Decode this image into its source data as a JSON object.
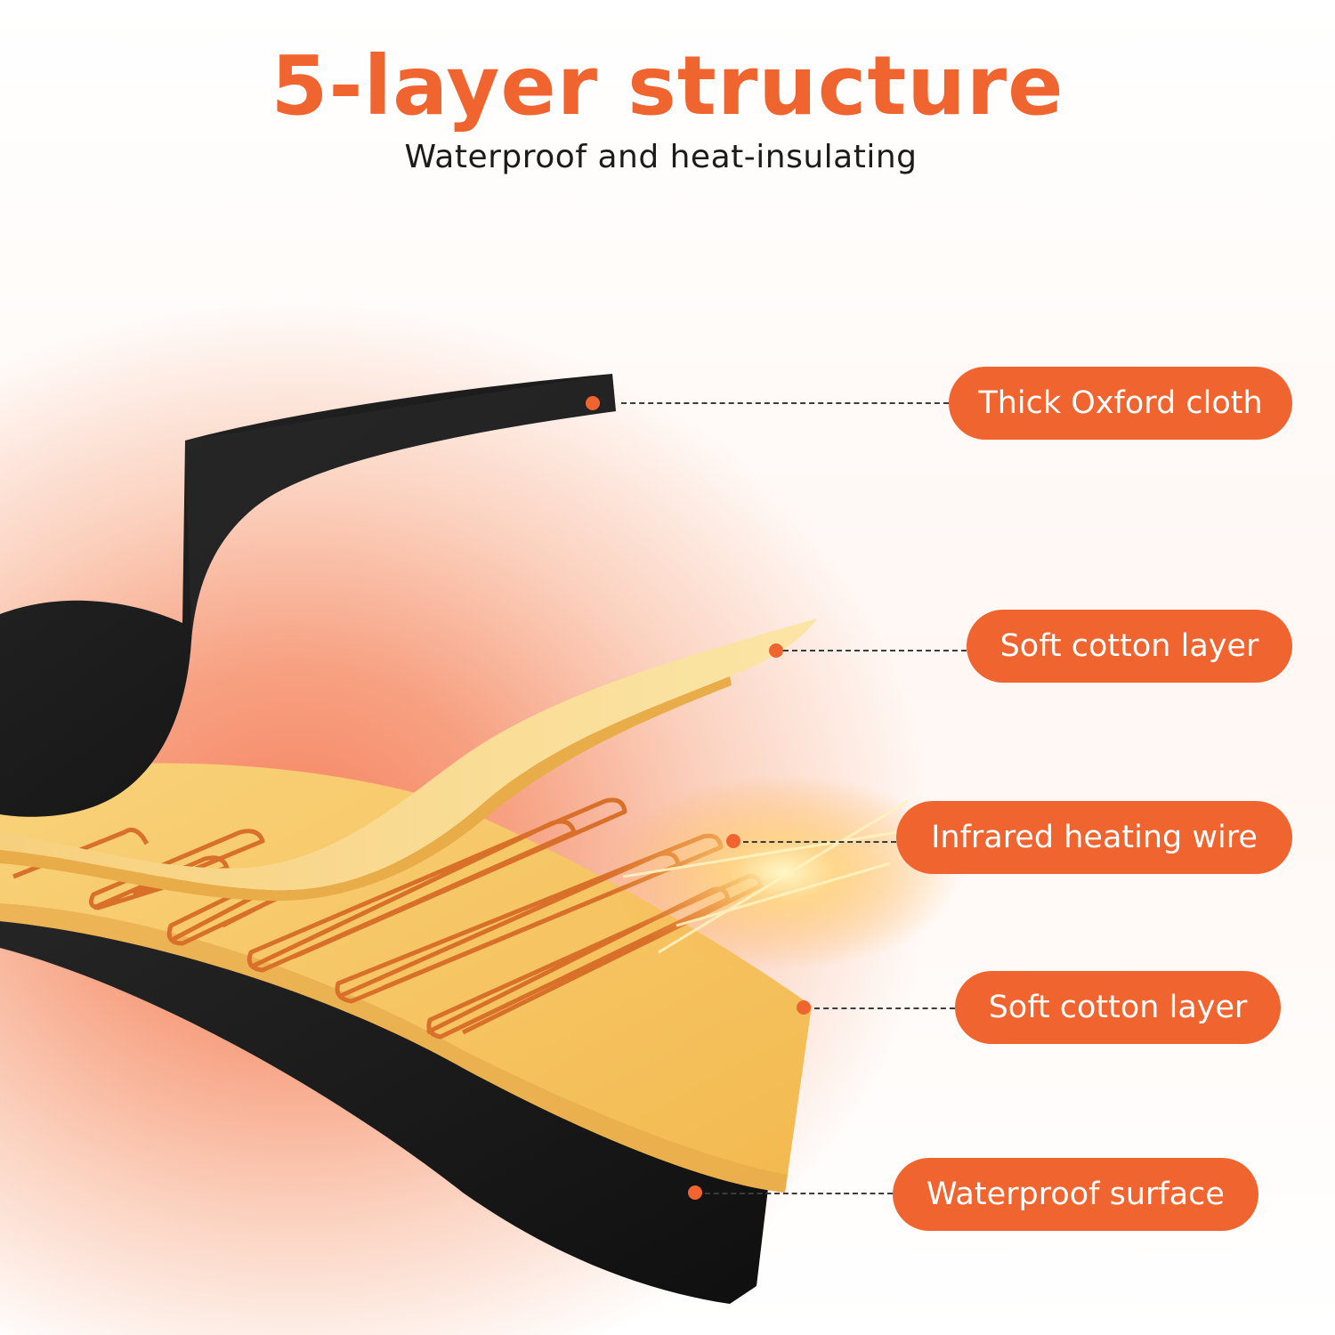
{
  "header": {
    "title": "5-layer structure",
    "subtitle": "Waterproof and heat-insulating"
  },
  "colors": {
    "accent": "#f0642f",
    "label_bg": "#f0642f",
    "label_text": "#ffffff",
    "cloth": "#1c1c1c",
    "cotton": "#f6c76d",
    "wire": "#e2782d"
  },
  "labels": [
    {
      "text": "Thick Oxford cloth"
    },
    {
      "text": "Soft cotton layer"
    },
    {
      "text": "Infrared heating wire"
    },
    {
      "text": "Soft cotton layer"
    },
    {
      "text": "Waterproof surface"
    }
  ]
}
